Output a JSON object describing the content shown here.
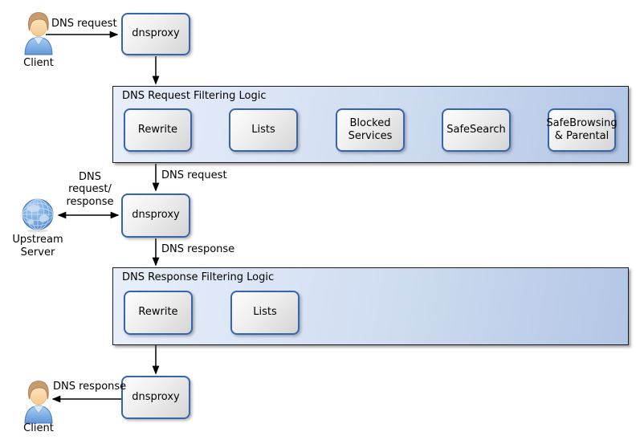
{
  "nodes": {
    "client_top": {
      "label": "Client"
    },
    "dnsproxy_top": {
      "label": "dnsproxy"
    },
    "upstream_server": {
      "label": "Upstream Server"
    },
    "dnsproxy_mid": {
      "label": "dnsproxy"
    },
    "dnsproxy_bottom": {
      "label": "dnsproxy"
    },
    "client_bottom": {
      "label": "Client"
    }
  },
  "containers": {
    "request": {
      "title": "DNS Request Filtering Logic",
      "boxes": [
        "Rewrite",
        "Lists",
        "Blocked Services",
        "SafeSearch",
        "SafeBrowsing & Parental"
      ]
    },
    "response": {
      "title": "DNS Response Filtering Logic",
      "boxes": [
        "Rewrite",
        "Lists"
      ]
    }
  },
  "edge_labels": {
    "client_request": "DNS request",
    "filtered_request": "DNS request",
    "upstream_exchange": "DNS request/ response",
    "dns_response": "DNS response",
    "client_response": "DNS response"
  },
  "icons": {
    "client_top": "person-icon",
    "upstream_server": "globe-icon",
    "client_bottom": "person-icon"
  },
  "colors": {
    "node_border": "#3565af",
    "node_fill_start": "#fdfdfd",
    "node_fill_end": "#d5d5d5",
    "container_border": "#1b1b1b",
    "container_fill_start": "#e8effa",
    "container_fill_end": "#b3c6e5",
    "arrow": "#000000",
    "background": "#ffffff"
  }
}
